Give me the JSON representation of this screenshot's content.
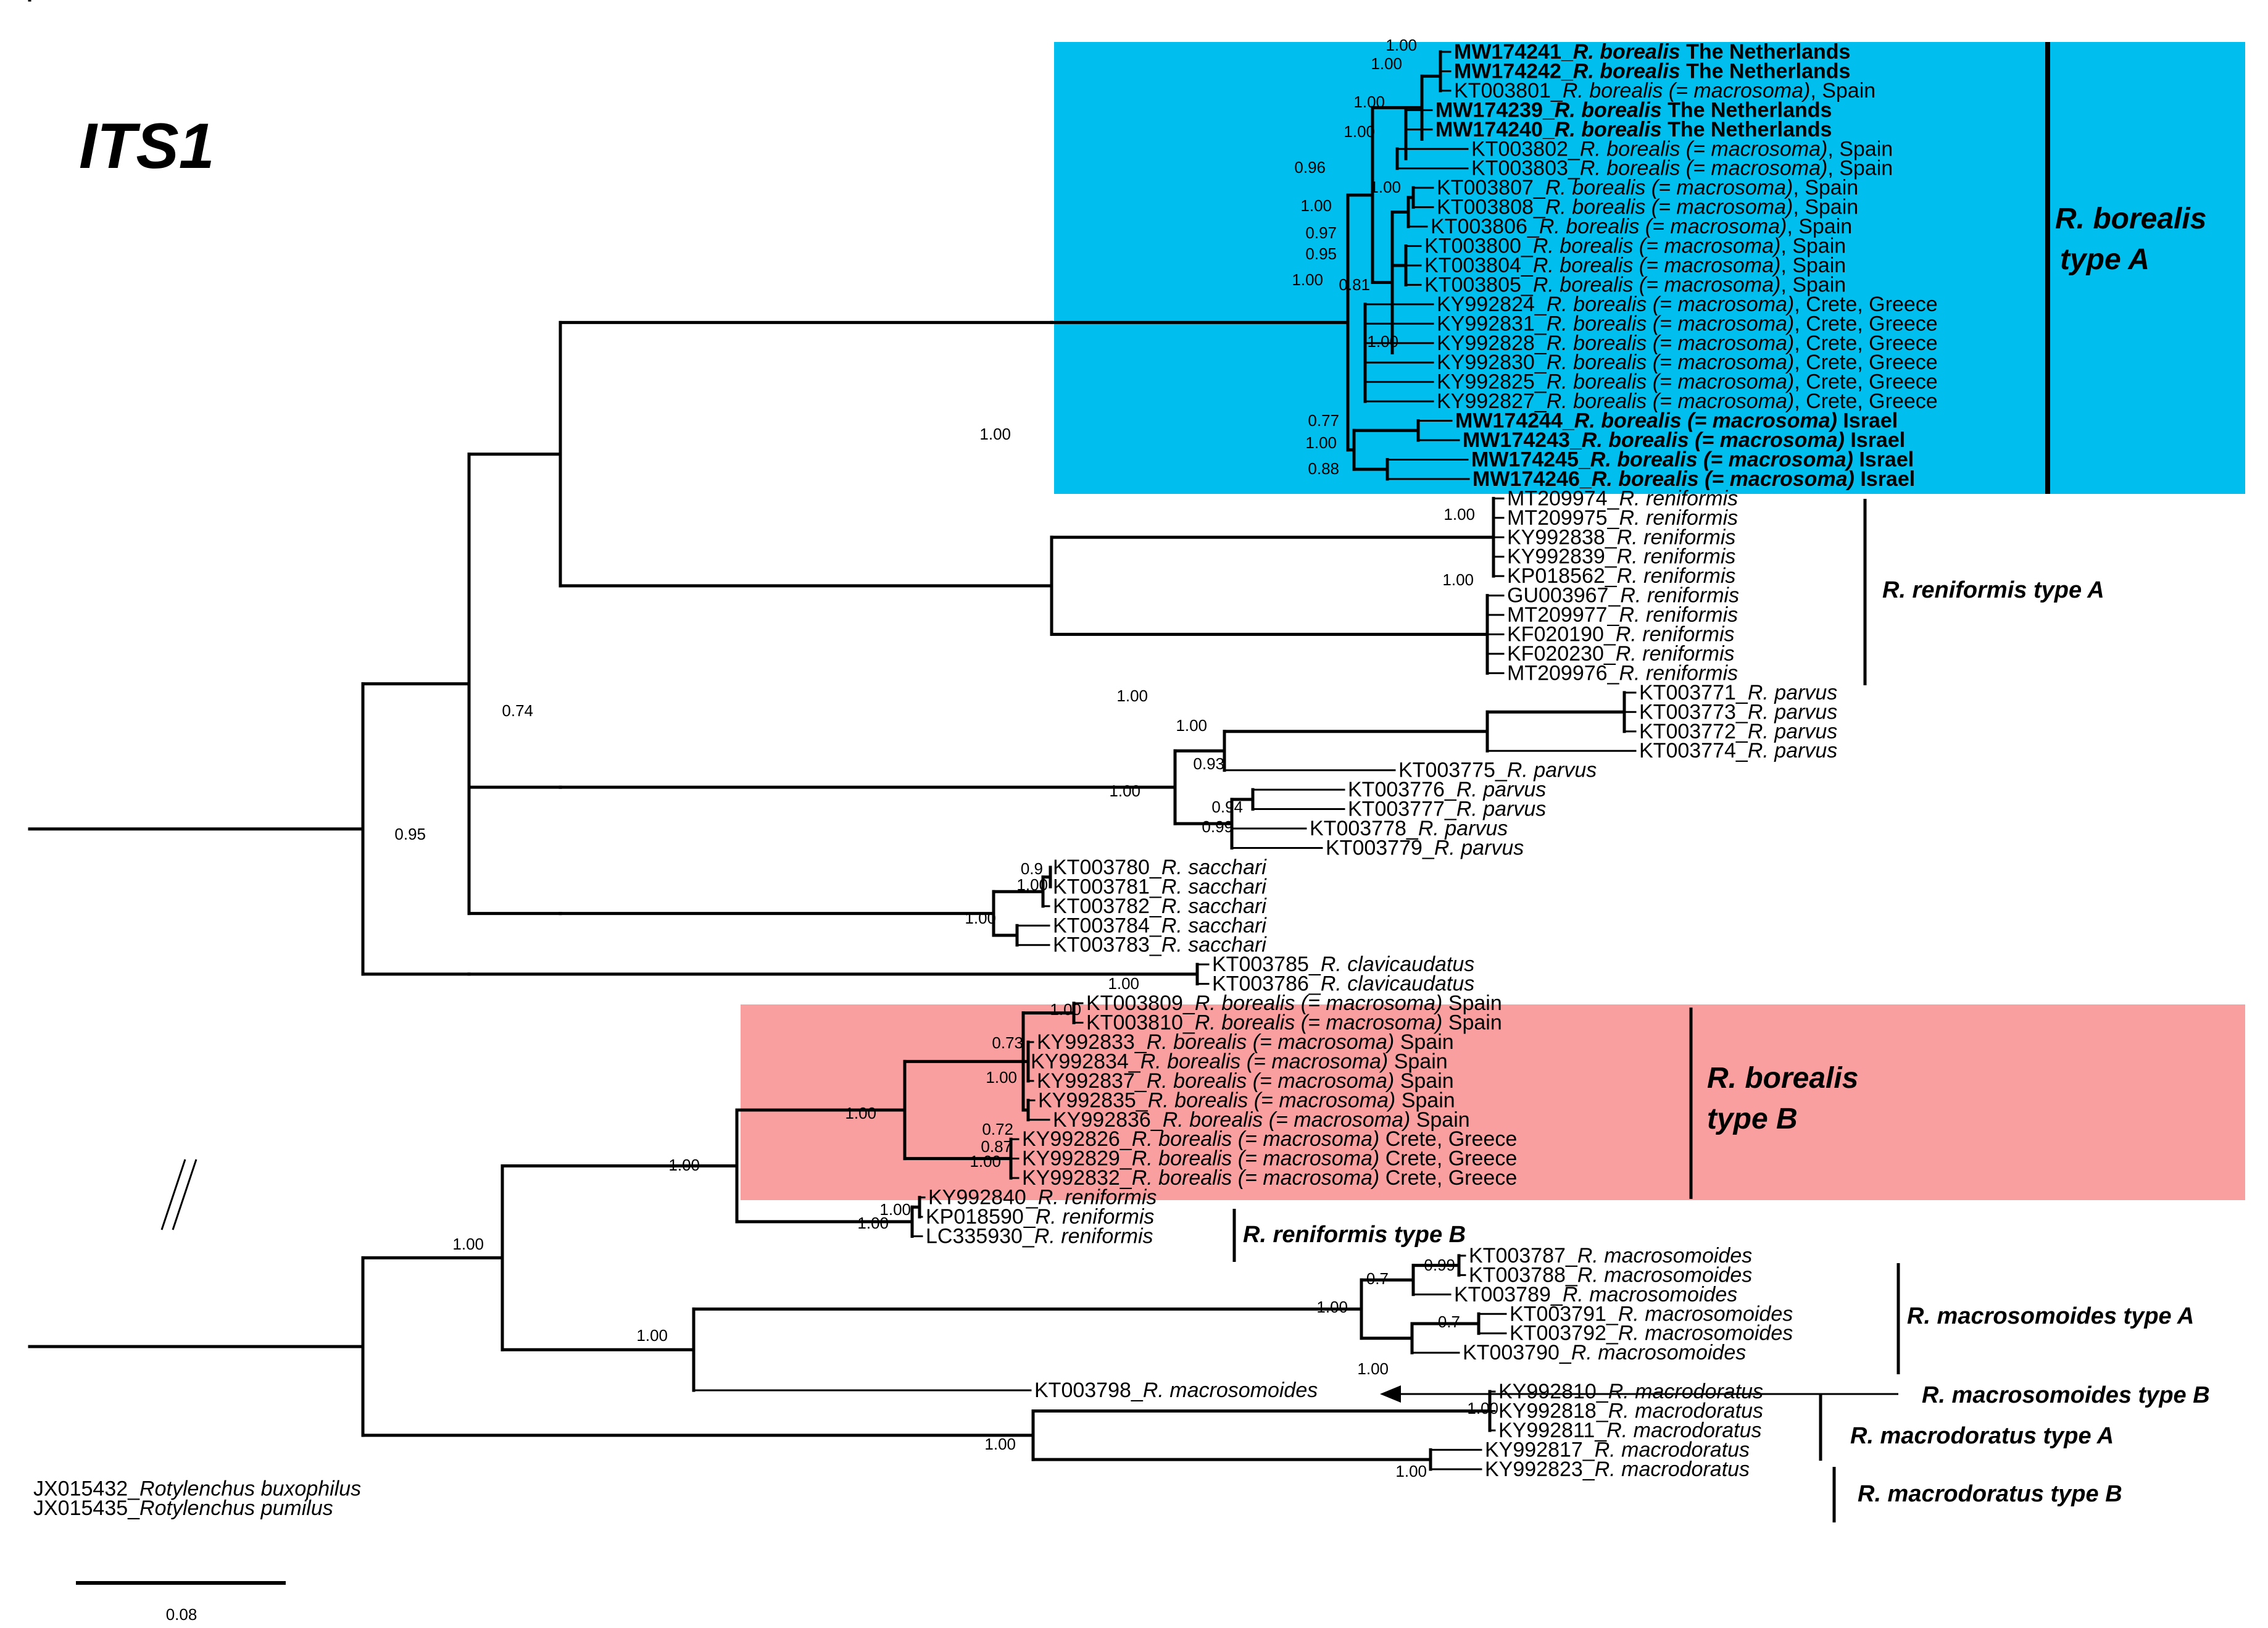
{
  "title": "ITS1",
  "scale_bar_label": "0.08",
  "colors": {
    "highlight_blue": "#00bfef",
    "highlight_red": "#f99f9f"
  },
  "leaves": [
    {
      "acc": "MW174241",
      "name": "R. borealis",
      "suffix": " The Netherlands",
      "bold": true
    },
    {
      "acc": "MW174242",
      "name": "R. borealis",
      "suffix": " The Netherlands",
      "bold": true
    },
    {
      "acc": "KT003801",
      "name": "R. borealis (= macrosoma)",
      "suffix": ", Spain",
      "bold": false
    },
    {
      "acc": "MW174239",
      "name": "R. borealis",
      "suffix": " The Netherlands",
      "bold": true
    },
    {
      "acc": "MW174240",
      "name": "R. borealis",
      "suffix": " The Netherlands",
      "bold": true
    },
    {
      "acc": "KT003802",
      "name": "R. borealis (= macrosoma)",
      "suffix": ", Spain",
      "bold": false
    },
    {
      "acc": "KT003803",
      "name": "R. borealis (= macrosoma)",
      "suffix": ", Spain",
      "bold": false
    },
    {
      "acc": "KT003807",
      "name": "R. borealis (= macrosoma)",
      "suffix": ", Spain",
      "bold": false
    },
    {
      "acc": "KT003808",
      "name": "R. borealis (= macrosoma)",
      "suffix": ", Spain",
      "bold": false
    },
    {
      "acc": "KT003806",
      "name": "R. borealis (= macrosoma)",
      "suffix": ", Spain",
      "bold": false
    },
    {
      "acc": "KT003800",
      "name": "R. borealis (= macrosoma)",
      "suffix": ", Spain",
      "bold": false
    },
    {
      "acc": "KT003804",
      "name": "R. borealis (= macrosoma)",
      "suffix": ", Spain",
      "bold": false
    },
    {
      "acc": "KT003805",
      "name": "R. borealis (= macrosoma)",
      "suffix": ", Spain",
      "bold": false
    },
    {
      "acc": "KY992824",
      "name": "R. borealis (= macrosoma)",
      "suffix": ", Crete, Greece",
      "bold": false
    },
    {
      "acc": "KY992831",
      "name": "R. borealis (= macrosoma)",
      "suffix": ", Crete, Greece",
      "bold": false
    },
    {
      "acc": "KY992828",
      "name": "R. borealis (= macrosoma)",
      "suffix": ", Crete, Greece",
      "bold": false
    },
    {
      "acc": "KY992830",
      "name": "R. borealis (= macrosoma)",
      "suffix": ", Crete, Greece",
      "bold": false
    },
    {
      "acc": "KY992825",
      "name": "R. borealis (= macrosoma)",
      "suffix": ", Crete, Greece",
      "bold": false
    },
    {
      "acc": "KY992827",
      "name": "R. borealis (= macrosoma)",
      "suffix": ", Crete, Greece",
      "bold": false
    },
    {
      "acc": "MW174244",
      "name": "R. borealis (= macrosoma)",
      "suffix": " Israel",
      "bold": true
    },
    {
      "acc": "MW174243",
      "name": "R. borealis (= macrosoma)",
      "suffix": " Israel",
      "bold": true
    },
    {
      "acc": "MW174245",
      "name": "R. borealis (= macrosoma)",
      "suffix": " Israel",
      "bold": true
    },
    {
      "acc": "MW174246",
      "name": "R. borealis (= macrosoma)",
      "suffix": " Israel",
      "bold": true
    },
    {
      "acc": "MT209974",
      "name": "R. reniformis",
      "suffix": "",
      "bold": false
    },
    {
      "acc": "MT209975",
      "name": "R. reniformis",
      "suffix": "",
      "bold": false
    },
    {
      "acc": "KY992838",
      "name": "R. reniformis",
      "suffix": "",
      "bold": false
    },
    {
      "acc": "KY992839",
      "name": "R. reniformis",
      "suffix": "",
      "bold": false
    },
    {
      "acc": "KP018562",
      "name": "R. reniformis",
      "suffix": "",
      "bold": false
    },
    {
      "acc": "GU003967",
      "name": "R. reniformis",
      "suffix": "",
      "bold": false
    },
    {
      "acc": "MT209977",
      "name": "R. reniformis",
      "suffix": "",
      "bold": false
    },
    {
      "acc": "KF020190",
      "name": "R. reniformis",
      "suffix": "",
      "bold": false
    },
    {
      "acc": "KF020230",
      "name": "R. reniformis",
      "suffix": "",
      "bold": false
    },
    {
      "acc": "MT209976",
      "name": "R. reniformis",
      "suffix": "",
      "bold": false
    },
    {
      "acc": "KT003771",
      "name": "R. parvus",
      "suffix": "",
      "bold": false
    },
    {
      "acc": "KT003773",
      "name": "R. parvus",
      "suffix": "",
      "bold": false
    },
    {
      "acc": "KT003772",
      "name": "R. parvus",
      "suffix": "",
      "bold": false
    },
    {
      "acc": "KT003774",
      "name": "R. parvus",
      "suffix": "",
      "bold": false
    },
    {
      "acc": "KT003775",
      "name": "R. parvus",
      "suffix": "",
      "bold": false
    },
    {
      "acc": "KT003776",
      "name": "R. parvus",
      "suffix": "",
      "bold": false
    },
    {
      "acc": "KT003777",
      "name": "R. parvus",
      "suffix": "",
      "bold": false
    },
    {
      "acc": "KT003778",
      "name": "R. parvus",
      "suffix": "",
      "bold": false
    },
    {
      "acc": "KT003779",
      "name": "R. parvus",
      "suffix": "",
      "bold": false
    },
    {
      "acc": "KT003780",
      "name": "R. sacchari",
      "suffix": "",
      "bold": false
    },
    {
      "acc": "KT003781",
      "name": "R. sacchari",
      "suffix": "",
      "bold": false
    },
    {
      "acc": "KT003782",
      "name": "R. sacchari",
      "suffix": "",
      "bold": false
    },
    {
      "acc": "KT003784",
      "name": "R. sacchari",
      "suffix": "",
      "bold": false
    },
    {
      "acc": "KT003783",
      "name": "R. sacchari",
      "suffix": "",
      "bold": false
    },
    {
      "acc": "KT003785",
      "name": "R. clavicaudatus",
      "suffix": "",
      "bold": false
    },
    {
      "acc": "KT003786",
      "name": "R. clavicaudatus",
      "suffix": "",
      "bold": false
    },
    {
      "acc": "KT003809",
      "name": "R. borealis (= macrosoma)",
      "suffix": " Spain",
      "bold": false
    },
    {
      "acc": "KT003810",
      "name": "R. borealis (= macrosoma)",
      "suffix": " Spain",
      "bold": false
    },
    {
      "acc": "KY992833",
      "name": "R. borealis (= macrosoma)",
      "suffix": " Spain",
      "bold": false
    },
    {
      "acc": "KY992834",
      "name": "R. borealis (= macrosoma)",
      "suffix": " Spain",
      "bold": false
    },
    {
      "acc": "KY992837",
      "name": "R. borealis (= macrosoma)",
      "suffix": " Spain",
      "bold": false
    },
    {
      "acc": "KY992835",
      "name": "R. borealis (= macrosoma)",
      "suffix": " Spain",
      "bold": false
    },
    {
      "acc": "KY992836",
      "name": "R. borealis (= macrosoma)",
      "suffix": " Spain",
      "bold": false
    },
    {
      "acc": "KY992826",
      "name": "R. borealis (= macrosoma)",
      "suffix": " Crete, Greece",
      "bold": false
    },
    {
      "acc": "KY992829",
      "name": "R. borealis (= macrosoma)",
      "suffix": " Crete, Greece",
      "bold": false
    },
    {
      "acc": "KY992832",
      "name": "R. borealis (= macrosoma)",
      "suffix": " Crete, Greece",
      "bold": false
    },
    {
      "acc": "KY992840",
      "name": "R. reniformis",
      "suffix": "",
      "bold": false
    },
    {
      "acc": "KP018590",
      "name": "R. reniformis",
      "suffix": "",
      "bold": false
    },
    {
      "acc": "LC335930",
      "name": "R. reniformis",
      "suffix": "",
      "bold": false
    },
    {
      "acc": "KT003787",
      "name": "R. macrosomoides",
      "suffix": "",
      "bold": false
    },
    {
      "acc": "KT003788",
      "name": "R. macrosomoides",
      "suffix": "",
      "bold": false
    },
    {
      "acc": "KT003789",
      "name": "R. macrosomoides",
      "suffix": "",
      "bold": false
    },
    {
      "acc": "KT003791",
      "name": "R. macrosomoides",
      "suffix": "",
      "bold": false
    },
    {
      "acc": "KT003792",
      "name": "R. macrosomoides",
      "suffix": "",
      "bold": false
    },
    {
      "acc": "KT003790",
      "name": "R. macrosomoides",
      "suffix": "",
      "bold": false
    },
    {
      "acc": "KT003798",
      "name": "R. macrosomoides",
      "suffix": "",
      "bold": false
    },
    {
      "acc": "KY992810",
      "name": "R. macrodoratus",
      "suffix": "",
      "bold": false
    },
    {
      "acc": "KY992818",
      "name": "R. macrodoratus",
      "suffix": "",
      "bold": false
    },
    {
      "acc": "KY992811",
      "name": "R. macrodoratus",
      "suffix": "",
      "bold": false
    },
    {
      "acc": "KY992817",
      "name": "R. macrodoratus",
      "suffix": "",
      "bold": false
    },
    {
      "acc": "KY992823",
      "name": "R. macrodoratus",
      "suffix": "",
      "bold": false
    },
    {
      "acc": "JX015432",
      "name": "Rotylenchus buxophilus",
      "suffix": "",
      "bold": false
    },
    {
      "acc": "JX015435",
      "name": "Rotylenchus pumilus",
      "suffix": "",
      "bold": false
    }
  ],
  "support_values": [
    "1.00",
    "1.00",
    "1.00",
    "1.00",
    "0.96",
    "1.00",
    "1.00",
    "0.97",
    "0.95",
    "1.00",
    "0.81",
    "1.00",
    "0.77",
    "1.00",
    "0.88",
    "1.00",
    "1.00",
    "1.00",
    "0.74",
    "0.95",
    "1.00",
    "1.00",
    "0.93",
    "1.00",
    "0.94",
    "0.99",
    "0.9",
    "1.00",
    "1.00",
    "1.00",
    "1.00",
    "0.73",
    "1.00",
    "1.00",
    "0.72",
    "0.87",
    "1.00",
    "1.00",
    "1.00",
    "1.00",
    "1.00",
    "0.99",
    "0.7",
    "1.00",
    "0.7",
    "1.00",
    "1.00",
    "1.00",
    "1.00",
    "1.00"
  ],
  "clade_labels": [
    {
      "lines": [
        "R. borealis",
        "type A"
      ]
    },
    {
      "lines": [
        "R. reniformis type A"
      ]
    },
    {
      "lines": [
        "R. borealis",
        "type B"
      ]
    },
    {
      "lines": [
        "R. reniformis type B"
      ]
    },
    {
      "lines": [
        "R. macrosomoides type A"
      ]
    },
    {
      "lines": [
        "R. macrosomoides type B"
      ]
    },
    {
      "lines": [
        "R. macrodoratus type A"
      ]
    },
    {
      "lines": [
        "R. macrodoratus type B"
      ]
    }
  ]
}
